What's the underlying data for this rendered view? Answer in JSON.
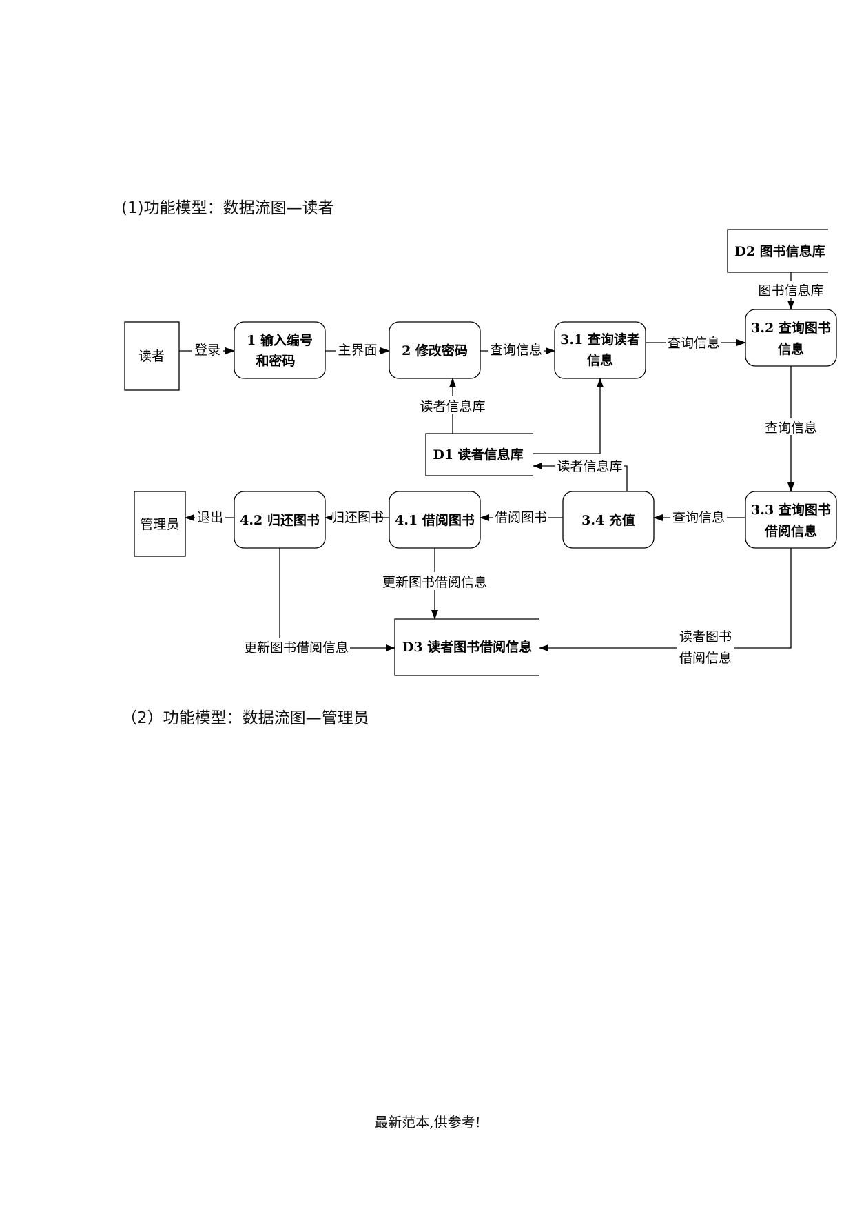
{
  "section1_heading": "(1)功能模型：数据流图—读者",
  "section2_heading": "（2）功能模型：数据流图—管理员",
  "footer": "最新范本,供参考!",
  "nodes": {
    "reader": "读者",
    "admin": "管理员",
    "p1_line1": "1 输入编号",
    "p1_line2": "和密码",
    "p2": "2 修改密码",
    "p31_line1": "3.1 查询读者",
    "p31_line2": "信息",
    "p32_line1": "3.2 查询图书",
    "p32_line2": "信息",
    "p33_line1": "3.3 查询图书",
    "p33_line2": "借阅信息",
    "p34": "3.4 充值",
    "p41": "4.1 借阅图书",
    "p42": "4.2 归还图书",
    "d1": "D1 读者信息库",
    "d2": "D2 图书信息库",
    "d3": "D3 读者图书借阅信息"
  },
  "flows": {
    "login": "登录",
    "main_ui": "主界面",
    "query_info_1": "查询信息",
    "query_info_2": "查询信息",
    "query_info_3": "查询信息",
    "query_info_4": "查询信息",
    "reader_db_1": "读者信息库",
    "reader_db_2": "读者信息库",
    "book_db": "图书信息库",
    "borrow_book": "借阅图书",
    "return_book": "归还图书",
    "logout": "退出",
    "update_borrow_1": "更新图书借阅信息",
    "update_borrow_2": "更新图书借阅信息",
    "reader_book_line1": "读者图书",
    "reader_book_line2": "借阅信息"
  }
}
